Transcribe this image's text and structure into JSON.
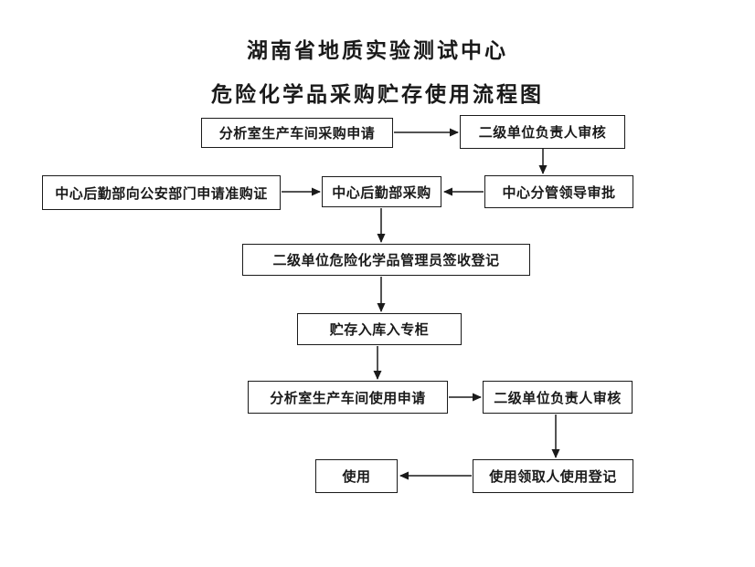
{
  "page": {
    "title": "湖南省地质实验测试中心",
    "subtitle": "危险化学品采购贮存使用流程图"
  },
  "flowchart": {
    "nodes": [
      {
        "id": "purchase-request",
        "label": "分析室生产车间采购申请"
      },
      {
        "id": "unit-leader-review-1",
        "label": "二级单位负责人审核"
      },
      {
        "id": "permit-application",
        "label": "中心后勤部向公安部门申请准购证"
      },
      {
        "id": "logistics-purchase",
        "label": "中心后勤部采购"
      },
      {
        "id": "leader-approval",
        "label": "中心分管领导审批"
      },
      {
        "id": "signin-registration",
        "label": "二级单位危险化学品管理员签收登记"
      },
      {
        "id": "storage",
        "label": "贮存入库入专柜"
      },
      {
        "id": "use-request",
        "label": "分析室生产车间使用申请"
      },
      {
        "id": "unit-leader-review-2",
        "label": "二级单位负责人审核"
      },
      {
        "id": "use",
        "label": "使用"
      },
      {
        "id": "use-registration",
        "label": "使用领取人使用登记"
      }
    ],
    "edges": [
      {
        "from": "purchase-request",
        "to": "unit-leader-review-1",
        "direction": "right"
      },
      {
        "from": "unit-leader-review-1",
        "to": "leader-approval",
        "direction": "down"
      },
      {
        "from": "leader-approval",
        "to": "logistics-purchase",
        "direction": "left"
      },
      {
        "from": "permit-application",
        "to": "logistics-purchase",
        "direction": "right"
      },
      {
        "from": "logistics-purchase",
        "to": "signin-registration",
        "direction": "down"
      },
      {
        "from": "signin-registration",
        "to": "storage",
        "direction": "down"
      },
      {
        "from": "storage",
        "to": "use-request",
        "direction": "down"
      },
      {
        "from": "use-request",
        "to": "unit-leader-review-2",
        "direction": "right"
      },
      {
        "from": "unit-leader-review-2",
        "to": "use-registration",
        "direction": "down"
      },
      {
        "from": "use-registration",
        "to": "use",
        "direction": "left"
      }
    ],
    "line_color": "#1a1a1a",
    "box_background": "#ffffff"
  }
}
